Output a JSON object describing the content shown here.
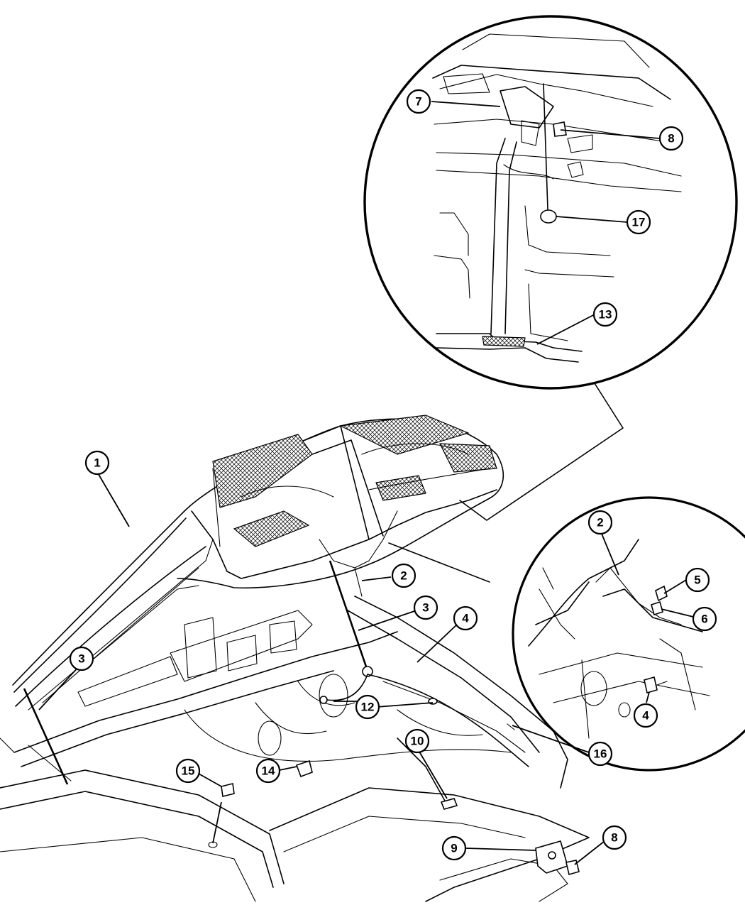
{
  "callouts": {
    "c1": "1",
    "c2a": "2",
    "c2b": "2",
    "c3a": "3",
    "c3b": "3",
    "c4a": "4",
    "c4b": "4",
    "c5": "5",
    "c6": "6",
    "c7": "7",
    "c8a": "8",
    "c8b": "8",
    "c9": "9",
    "c10": "10",
    "c12": "12",
    "c13": "13",
    "c14": "14",
    "c15": "15",
    "c16": "16",
    "c17": "17"
  }
}
